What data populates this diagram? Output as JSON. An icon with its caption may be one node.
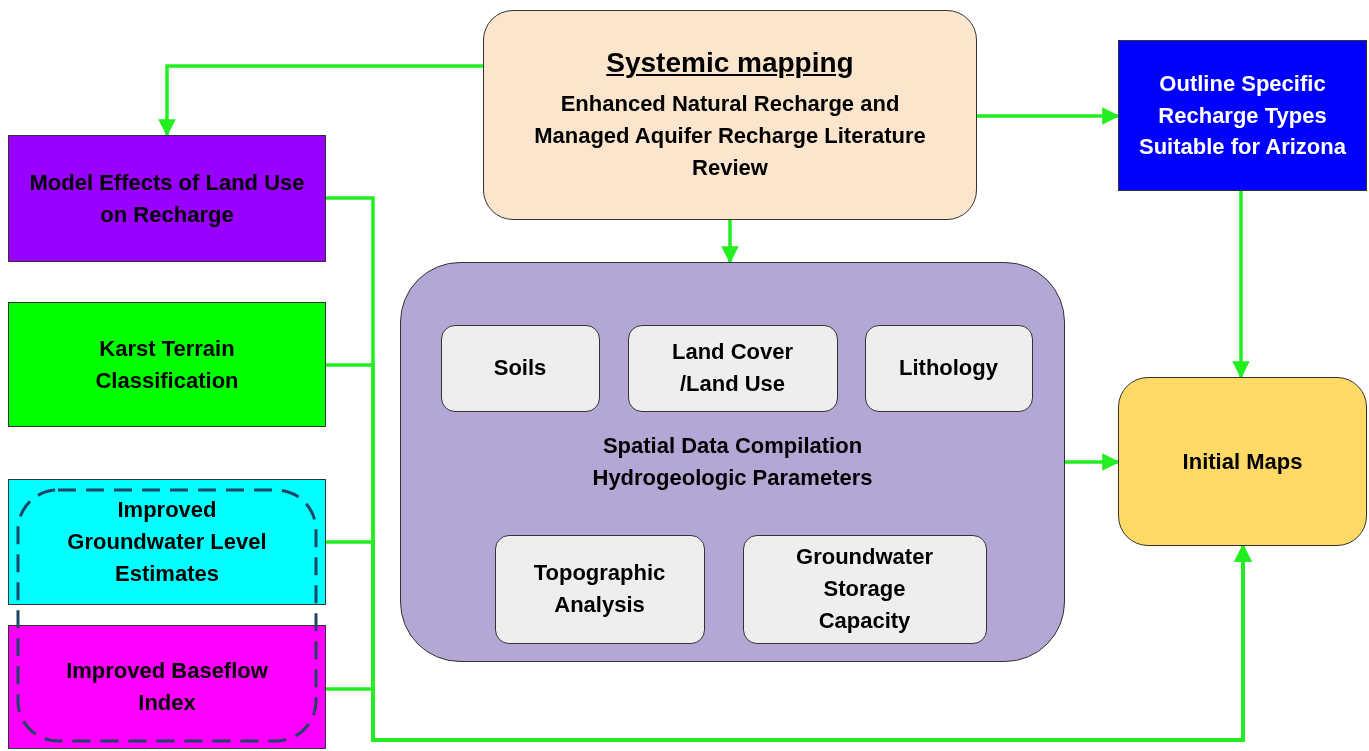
{
  "diagram": {
    "nodes": [
      {
        "text": [
          "Systemic mapping",
          "Enhanced Natural Recharge and Managed Aquifer Recharge Literature Review"
        ]
      },
      {
        "text": [
          "Outline Specific Recharge Types Suitable for Arizona"
        ]
      },
      {
        "text": [
          "Model Effects of Land Use on Recharge"
        ]
      },
      {
        "text": [
          "Karst Terrain Classification"
        ]
      },
      {
        "text": [
          "Spatial Data Compilation Hydrogeologic Parameters"
        ]
      },
      {
        "text": [
          "Soils"
        ],
        "in": 4
      },
      {
        "text": [
          "Land Cover /Land Use"
        ],
        "in": 4
      },
      {
        "text": [
          "Lithology"
        ],
        "in": 4
      },
      {
        "text": [
          "Topographic Analysis"
        ],
        "in": 4
      },
      {
        "text": [
          "Groundwater Storage Capacity"
        ],
        "in": 4
      },
      {
        "text": [
          "Initial Maps"
        ]
      },
      {
        "text": [
          "Improved Groundwater Level Estimates"
        ]
      },
      {
        "text": [
          "Improved Baseflow Index"
        ]
      }
    ],
    "edges": [
      {
        "from": 0,
        "to": 2,
        "arrow": "to"
      },
      {
        "from": 0,
        "to": 1,
        "arrow": "to"
      },
      {
        "from": 0,
        "to": 4,
        "arrow": "to"
      },
      {
        "from": 1,
        "to": 10,
        "arrow": "to"
      },
      {
        "from": 4,
        "to": 10,
        "arrow": "to"
      },
      {
        "from": 2,
        "to": 10,
        "arrow": "to"
      },
      {
        "from": 3,
        "to": 10,
        "arrow": "to"
      },
      {
        "from": 11,
        "to": 10,
        "arrow": "to"
      },
      {
        "from": 12,
        "to": 10,
        "arrow": "to"
      }
    ]
  }
}
